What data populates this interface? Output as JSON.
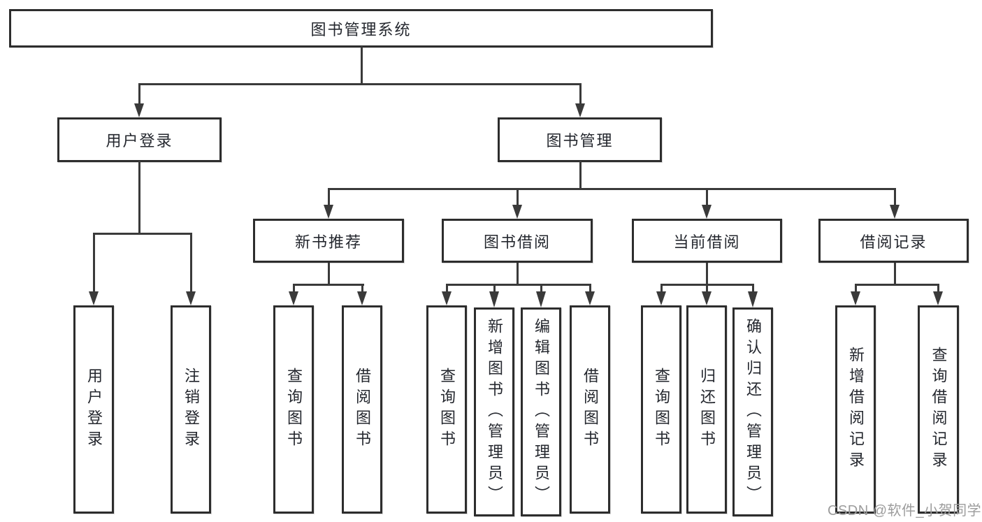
{
  "colors": {
    "line": "#3a3a3a",
    "box_border": "#2d2d2d",
    "box_background": "#ffffff",
    "text": "#24272e",
    "watermark": "#9c9c9c"
  },
  "watermark": {
    "text": "CSDN @软件_小贺同学"
  },
  "tree": {
    "root": {
      "label": "图书管理系统",
      "children": [
        {
          "label": "用户登录",
          "children": [
            {
              "label": "用户登录"
            },
            {
              "label": "注销登录"
            }
          ]
        },
        {
          "label": "图书管理",
          "children": [
            {
              "label": "新书推荐",
              "children": [
                {
                  "label": "查询图书"
                },
                {
                  "label": "借阅图书"
                }
              ]
            },
            {
              "label": "图书借阅",
              "children": [
                {
                  "label": "查询图书"
                },
                {
                  "label": "新增图书（管理员）"
                },
                {
                  "label": "编辑图书（管理员）"
                },
                {
                  "label": "借阅图书"
                }
              ]
            },
            {
              "label": "当前借阅",
              "children": [
                {
                  "label": "查询图书"
                },
                {
                  "label": "归还图书"
                },
                {
                  "label": "确认归还（管理员）"
                }
              ]
            },
            {
              "label": "借阅记录",
              "children": [
                {
                  "label": "新增借阅记录"
                },
                {
                  "label": "查询借阅记录"
                }
              ]
            }
          ]
        }
      ]
    }
  }
}
